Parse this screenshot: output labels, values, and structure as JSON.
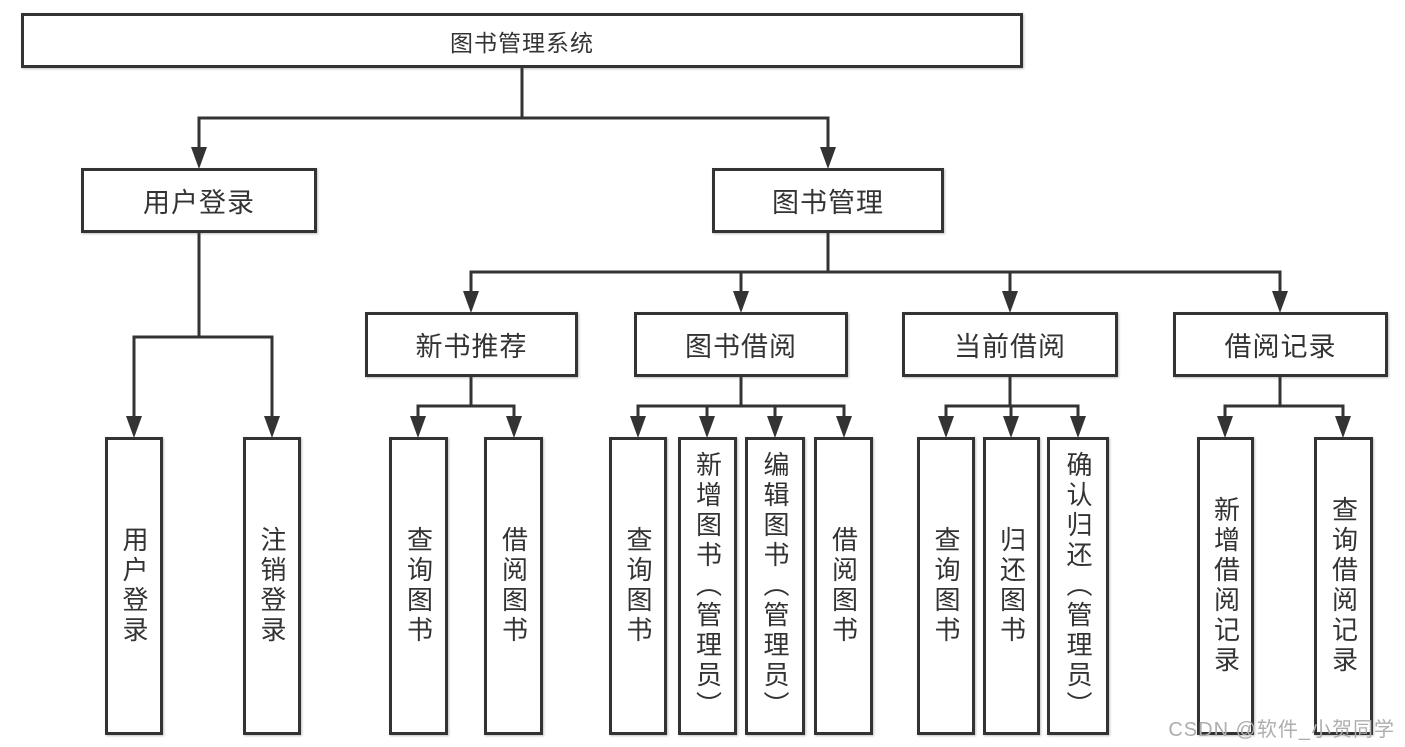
{
  "nodes": {
    "root": "图书管理系统",
    "user_login": "用户登录",
    "book_management": "图书管理",
    "new_book_recommend": "新书推荐",
    "book_borrow": "图书借阅",
    "current_borrow": "当前借阅",
    "borrow_records": "借阅记录",
    "leaf_user_login": "用户登录",
    "leaf_logout": "注销登录",
    "leaf_recommend_query": "查询图书",
    "leaf_recommend_borrow": "借阅图书",
    "leaf_borrow_query": "查询图书",
    "leaf_borrow_add": "新增图书（管理员）",
    "leaf_borrow_edit": "编辑图书（管理员）",
    "leaf_borrow_borrow": "借阅图书",
    "leaf_current_query": "查询图书",
    "leaf_current_return": "归还图书",
    "leaf_current_confirm": "确认归还（管理员）",
    "leaf_records_add": "新增借阅记录",
    "leaf_records_query": "查询借阅记录"
  },
  "hierarchy": {
    "图书管理系统": [
      "用户登录",
      "图书管理"
    ],
    "用户登录": [
      "用户登录",
      "注销登录"
    ],
    "图书管理": [
      "新书推荐",
      "图书借阅",
      "当前借阅",
      "借阅记录"
    ],
    "新书推荐": [
      "查询图书",
      "借阅图书"
    ],
    "图书借阅": [
      "查询图书",
      "新增图书（管理员）",
      "编辑图书（管理员）",
      "借阅图书"
    ],
    "当前借阅": [
      "查询图书",
      "归还图书",
      "确认归还（管理员）"
    ],
    "借阅记录": [
      "新增借阅记录",
      "查询借阅记录"
    ]
  },
  "watermark": "CSDN @软件_小贺同学",
  "colors": {
    "line": "#333333",
    "text": "#333333",
    "background": "#ffffff",
    "watermark": "#aeaeae"
  }
}
